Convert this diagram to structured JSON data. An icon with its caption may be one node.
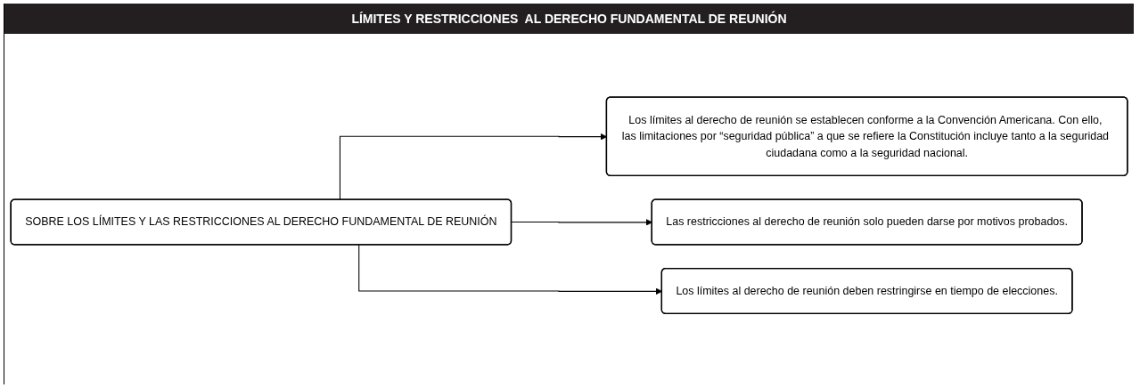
{
  "diagram": {
    "title": "LÍMITES Y RESTRICCIONES  AL DERECHO FUNDAMENTAL DE REUNIÓN",
    "nodes": [
      {
        "text": [
          "SOBRE LOS LÍMITES Y LAS RESTRICCIONES AL DERECHO FUNDAMENTAL DE REUNIÓN"
        ]
      },
      {
        "text": [
          "Los límites al derecho de reunión se establecen conforme a la Convención Americana. Con ello, las limitaciones por “seguridad pública” a que se refiere la Constitución incluye tanto a la seguridad ciudadana como a la seguridad nacional."
        ]
      },
      {
        "text": [
          "Las restricciones al derecho de reunión solo pueden darse por motivos probados."
        ]
      },
      {
        "text": [
          "Los límites al derecho de reunión deben restringirse en tiempo de elecciones."
        ]
      }
    ],
    "edges": [
      {
        "from": 0,
        "to": 1,
        "arrow": "to"
      },
      {
        "from": 0,
        "to": 2,
        "arrow": "to"
      },
      {
        "from": 0,
        "to": 3,
        "arrow": "to"
      }
    ]
  }
}
